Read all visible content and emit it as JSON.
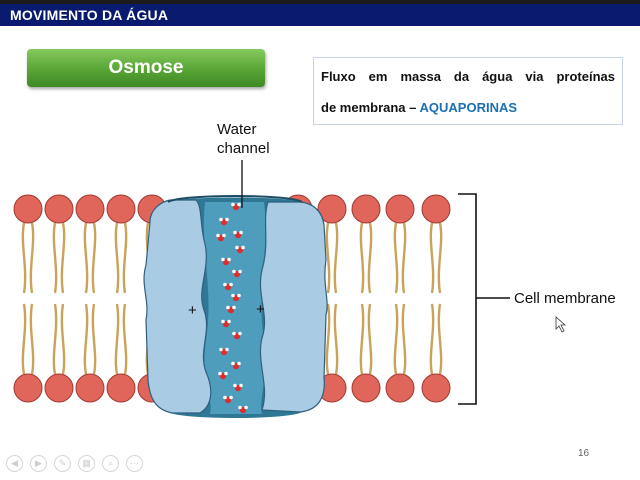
{
  "slide": {
    "title": "MOVIMENTO DA ÁGUA",
    "button_label": "Osmose",
    "info": {
      "line1": "Fluxo em massa da água via proteínas",
      "line2_prefix": "de membrana –",
      "line2_accent": "AQUAPORINAS"
    },
    "page_number": "16"
  },
  "diagram": {
    "water_channel_label_1": "Water",
    "water_channel_label_2": "channel",
    "cell_membrane_label": "Cell membrane",
    "charge_left": "+",
    "charge_right": "+"
  },
  "colors": {
    "title_bar": "#0a1a6e",
    "button_green": "#58a436",
    "accent_blue": "#1a6fb5",
    "lipid_head": "#e0655b",
    "protein": "#a9cbe3",
    "channel": "#3b86a6"
  },
  "controls": [
    "prev-icon",
    "next-icon",
    "pen-icon",
    "slides-icon",
    "zoom-icon",
    "more-icon"
  ]
}
